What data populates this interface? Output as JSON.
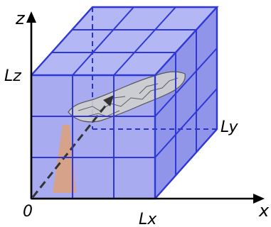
{
  "labels": {
    "z": "z",
    "x": "x",
    "origin": "0",
    "lx": "Lx",
    "ly": "Ly",
    "lz": "Lz"
  },
  "colors": {
    "face_front": "#8f93ec",
    "face_top": "#a6aaf1",
    "face_right": "#7d82e6",
    "grid": "#2f37d6",
    "axis": "#000000",
    "dashed_inner": "#2a32c8",
    "shape_fill": "#cfcfcf",
    "shape_stroke": "#555555",
    "support": "#d9a184",
    "guide_arrow": "#333333"
  }
}
